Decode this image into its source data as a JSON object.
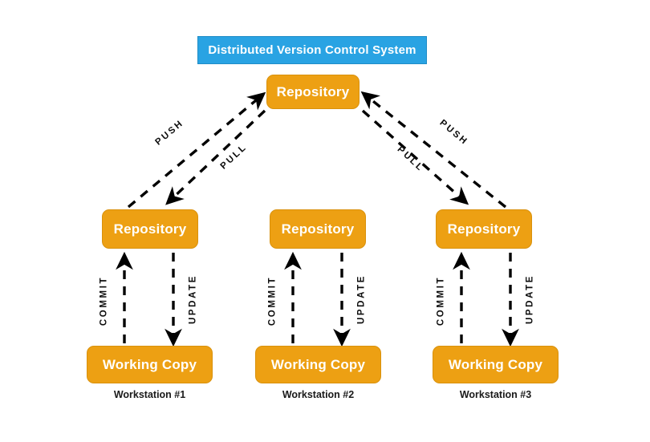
{
  "diagram": {
    "title": "Distributed Version Control System",
    "central": {
      "label": "Repository"
    },
    "workstations": [
      {
        "station_label": "Workstation #1",
        "repository_label": "Repository",
        "working_copy_label": "Working Copy",
        "remote_out_label": "PUSH",
        "remote_in_label": "PULL",
        "local_up_label": "COMMIT",
        "local_down_label": "UPDATE"
      },
      {
        "station_label": "Workstation #2",
        "repository_label": "Repository",
        "working_copy_label": "Working Copy",
        "remote_out_label": "",
        "remote_in_label": "",
        "local_up_label": "COMMIT",
        "local_down_label": "UPDATE"
      },
      {
        "station_label": "Workstation #3",
        "repository_label": "Repository",
        "working_copy_label": "Working Copy",
        "remote_out_label": "PUSH",
        "remote_in_label": "PULL",
        "local_up_label": "COMMIT",
        "local_down_label": "UPDATE"
      }
    ],
    "colors": {
      "title_fill": "#29a3e3",
      "node_fill": "#eda013",
      "node_stroke": "#d9910c",
      "edge_stroke": "#000000",
      "background": "#ffffff",
      "node_text": "#ffffff",
      "label_text": "#0d0d0d"
    }
  }
}
